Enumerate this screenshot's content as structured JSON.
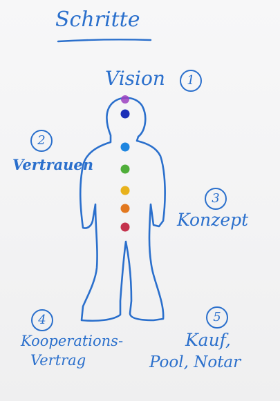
{
  "title": "Schritte",
  "steps": [
    {
      "number": "1",
      "label": "Vision"
    },
    {
      "number": "2",
      "label": "Vertrauen"
    },
    {
      "number": "3",
      "label": "Konzept"
    },
    {
      "number": "4",
      "label_line1": "Kooperations-",
      "label_line2": "Vertrag"
    },
    {
      "number": "5",
      "label_line1": "Kauf,",
      "label_line2": "Pool, Notar"
    }
  ],
  "ink_color": "#2a6fcc",
  "chakra_colors": [
    "#9b3fc0",
    "#1c2fb8",
    "#1f86e0",
    "#4fae3a",
    "#e8b21c",
    "#e2781f",
    "#c4324d"
  ]
}
